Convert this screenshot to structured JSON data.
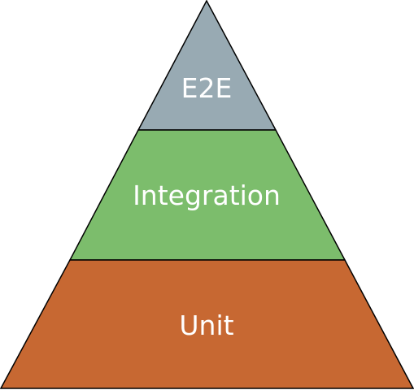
{
  "pyramid": {
    "tiers": [
      {
        "label": "E2E",
        "color": "#98aab3"
      },
      {
        "label": "Integration",
        "color": "#7cbd6c"
      },
      {
        "label": "Unit",
        "color": "#c76832"
      }
    ],
    "outline_color": "#000000"
  }
}
